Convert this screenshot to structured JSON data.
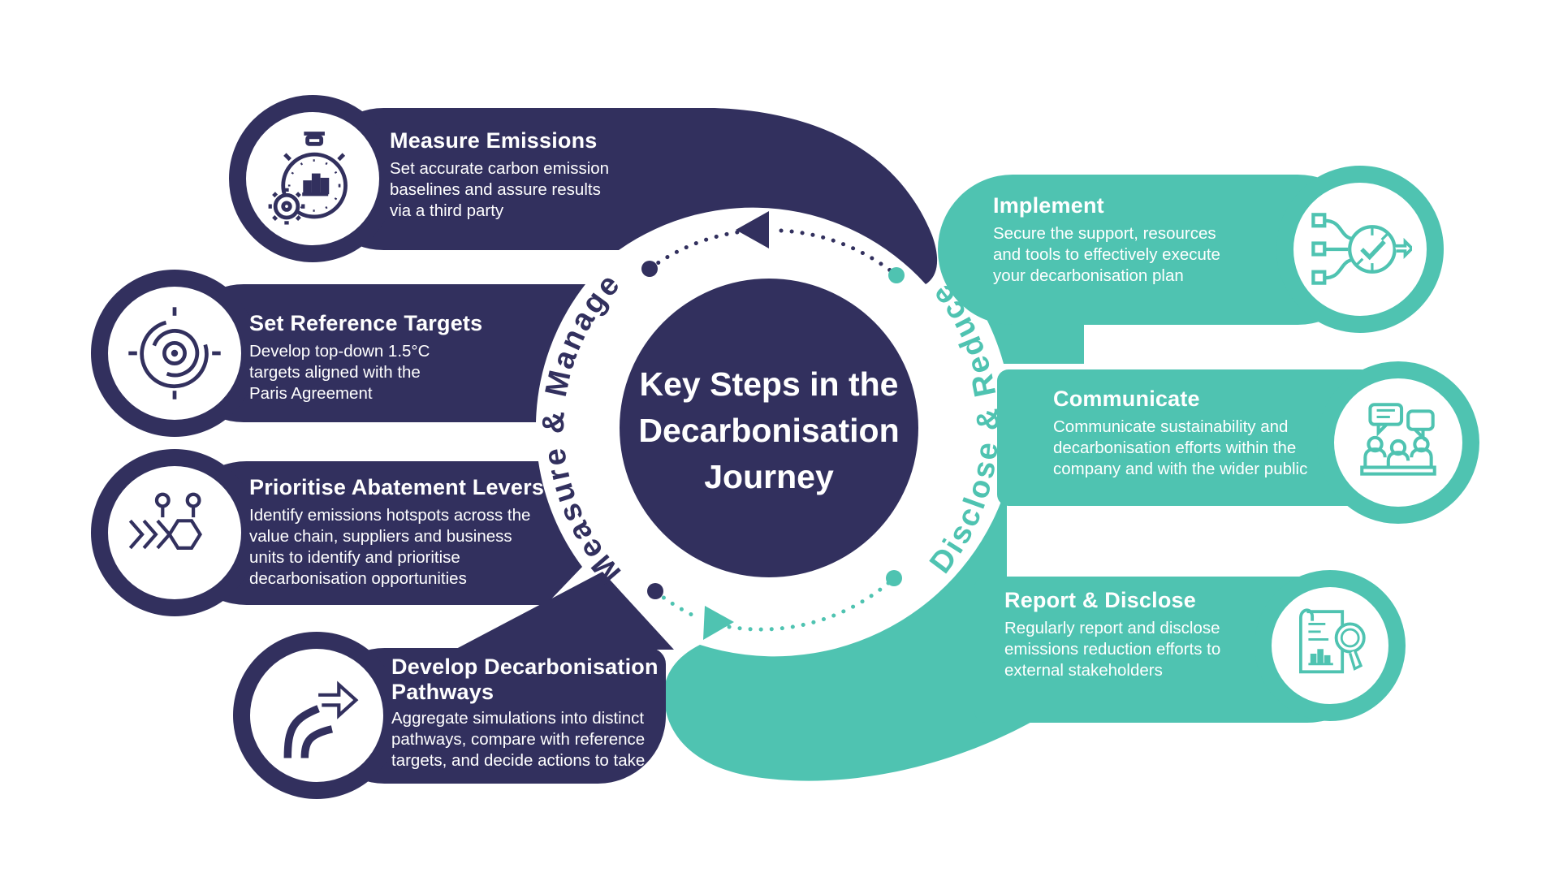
{
  "page_title": "Key Steps in the Decarbonisation Journey",
  "colors": {
    "navy": "#32305E",
    "teal": "#4FC3B1",
    "background": "#FFFFFF"
  },
  "center": {
    "title_lines": [
      "Key Steps in the",
      "Decarbonisation",
      "Journey"
    ],
    "left_arc_label": "Measure & Manage",
    "right_arc_label": "Disclose & Reduce"
  },
  "cards": [
    {
      "id": "measure-emissions",
      "side": "left",
      "icon": "stopwatch-gauge-icon",
      "title_lines": [
        "Measure Emissions"
      ],
      "body_lines": [
        "Set accurate carbon emission",
        "baselines and assure results",
        "via a third party"
      ]
    },
    {
      "id": "set-reference-targets",
      "side": "left",
      "icon": "target-icon",
      "title_lines": [
        "Set Reference Targets"
      ],
      "body_lines": [
        "Develop top-down 1.5°C",
        "targets aligned with the",
        "Paris Agreement"
      ]
    },
    {
      "id": "prioritise-abatement-levers",
      "side": "left",
      "icon": "process-chevrons-icon",
      "title_lines": [
        "Prioritise Abatement Levers"
      ],
      "body_lines": [
        "Identify emissions hotspots across the",
        "value chain, suppliers and business",
        "units to identify and prioritise",
        "decarbonisation opportunities"
      ]
    },
    {
      "id": "develop-decarbonisation-pathways",
      "side": "left",
      "icon": "forked-path-icon",
      "title_lines": [
        "Develop Decarbonisation",
        "Pathways"
      ],
      "body_lines": [
        "Aggregate simulations into distinct",
        "pathways, compare with reference",
        "targets, and decide actions to take"
      ]
    },
    {
      "id": "implement",
      "side": "right",
      "icon": "execute-check-icon",
      "title_lines": [
        "Implement"
      ],
      "body_lines": [
        "Secure the support, resources",
        "and tools to effectively execute",
        "your decarbonisation plan"
      ]
    },
    {
      "id": "communicate",
      "side": "right",
      "icon": "people-speech-bubbles-icon",
      "title_lines": [
        "Communicate"
      ],
      "body_lines": [
        "Communicate sustainability and",
        "decarbonisation efforts within the",
        "company and with the wider public"
      ]
    },
    {
      "id": "report-disclose",
      "side": "right",
      "icon": "report-magnifier-icon",
      "title_lines": [
        "Report & Disclose"
      ],
      "body_lines": [
        "Regularly report and disclose",
        "emissions reduction efforts to",
        "external stakeholders"
      ]
    }
  ]
}
